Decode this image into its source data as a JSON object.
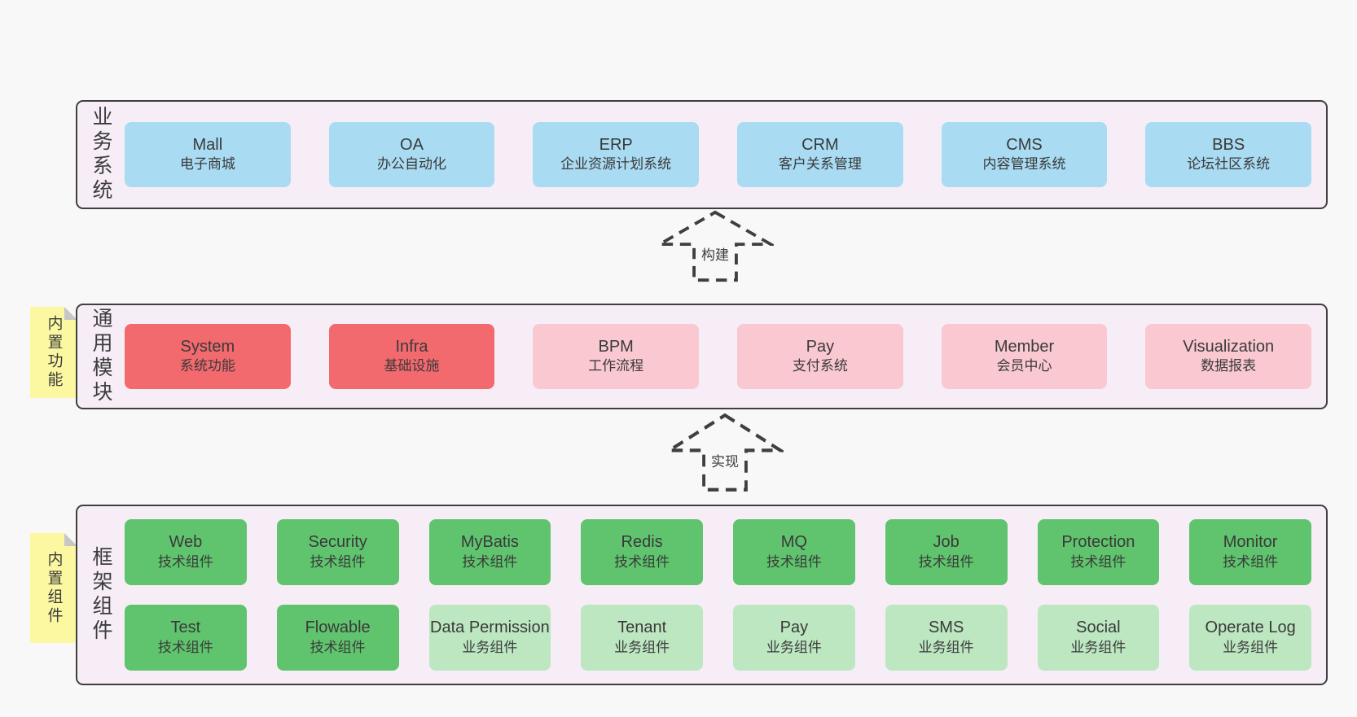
{
  "colors": {
    "page_bg": "#f8f8f8",
    "band_bg": "#f7edf6",
    "band_border": "#3f3f3f",
    "blue": "#a9dbf2",
    "red": "#f2696e",
    "pink": "#f9c8d1",
    "green": "#5fc46d",
    "light_green": "#bce7c0",
    "note_yellow": "#fbf8a1",
    "note_fold": "#c6c6c6",
    "text": "#3a3a3a",
    "arrow": "#3f3f3f"
  },
  "bands": [
    {
      "label": "业务系统",
      "boxes": [
        {
          "name": "Mall",
          "desc": "电子商城",
          "type": "blue"
        },
        {
          "name": "OA",
          "desc": "办公自动化",
          "type": "blue"
        },
        {
          "name": "ERP",
          "desc": "企业资源计划系统",
          "type": "blue"
        },
        {
          "name": "CRM",
          "desc": "客户关系管理",
          "type": "blue"
        },
        {
          "name": "CMS",
          "desc": "内容管理系统",
          "type": "blue"
        },
        {
          "name": "BBS",
          "desc": "论坛社区系统",
          "type": "blue"
        }
      ]
    },
    {
      "label": "通用模块",
      "note": "内置功能",
      "boxes": [
        {
          "name": "System",
          "desc": "系统功能",
          "type": "red"
        },
        {
          "name": "Infra",
          "desc": "基础设施",
          "type": "red"
        },
        {
          "name": "BPM",
          "desc": "工作流程",
          "type": "pink"
        },
        {
          "name": "Pay",
          "desc": "支付系统",
          "type": "pink"
        },
        {
          "name": "Member",
          "desc": "会员中心",
          "type": "pink"
        },
        {
          "name": "Visualization",
          "desc": "数据报表",
          "type": "pink"
        }
      ]
    },
    {
      "label": "框架组件",
      "note": "内置组件",
      "rows": [
        [
          {
            "name": "Web",
            "desc": "技术组件",
            "type": "green"
          },
          {
            "name": "Security",
            "desc": "技术组件",
            "type": "green"
          },
          {
            "name": "MyBatis",
            "desc": "技术组件",
            "type": "green"
          },
          {
            "name": "Redis",
            "desc": "技术组件",
            "type": "green"
          },
          {
            "name": "MQ",
            "desc": "技术组件",
            "type": "green"
          },
          {
            "name": "Job",
            "desc": "技术组件",
            "type": "green"
          },
          {
            "name": "Protection",
            "desc": "技术组件",
            "type": "green"
          },
          {
            "name": "Monitor",
            "desc": "技术组件",
            "type": "green"
          }
        ],
        [
          {
            "name": "Test",
            "desc": "技术组件",
            "type": "green"
          },
          {
            "name": "Flowable",
            "desc": "技术组件",
            "type": "green"
          },
          {
            "name": "Data Permission",
            "desc": "业务组件",
            "type": "light_green"
          },
          {
            "name": "Tenant",
            "desc": "业务组件",
            "type": "light_green"
          },
          {
            "name": "Pay",
            "desc": "业务组件",
            "type": "light_green"
          },
          {
            "name": "SMS",
            "desc": "业务组件",
            "type": "light_green"
          },
          {
            "name": "Social",
            "desc": "业务组件",
            "type": "light_green"
          },
          {
            "name": "Operate Log",
            "desc": "业务组件",
            "type": "light_green"
          }
        ]
      ]
    }
  ],
  "arrows": [
    {
      "label": "构建"
    },
    {
      "label": "实现"
    }
  ]
}
